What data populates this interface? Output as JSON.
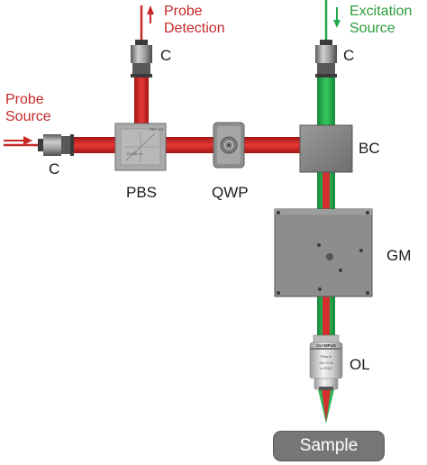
{
  "labels": {
    "probe_detection": [
      "Probe",
      "Detection"
    ],
    "excitation_source": [
      "Excitation",
      "Source"
    ],
    "probe_source": [
      "Probe",
      "Source"
    ],
    "collimator": "C",
    "pbs": "PBS",
    "qwp": "QWP",
    "bc": "BC",
    "gm": "GM",
    "ol": "OL",
    "sample": "Sample"
  },
  "objective_text": [
    "OLYMPUS",
    "Plan N",
    "20x / 0.40",
    "∞/-/FN22"
  ],
  "colors": {
    "probe_beam": "#d32f2f",
    "probe_beam_dark": "#a31515",
    "excitation_beam": "#22b24c",
    "probe_text": "#c62828",
    "excitation_text": "#2e9e3e",
    "component_gray": "#8c8c8c",
    "sample_box": "#767676"
  }
}
